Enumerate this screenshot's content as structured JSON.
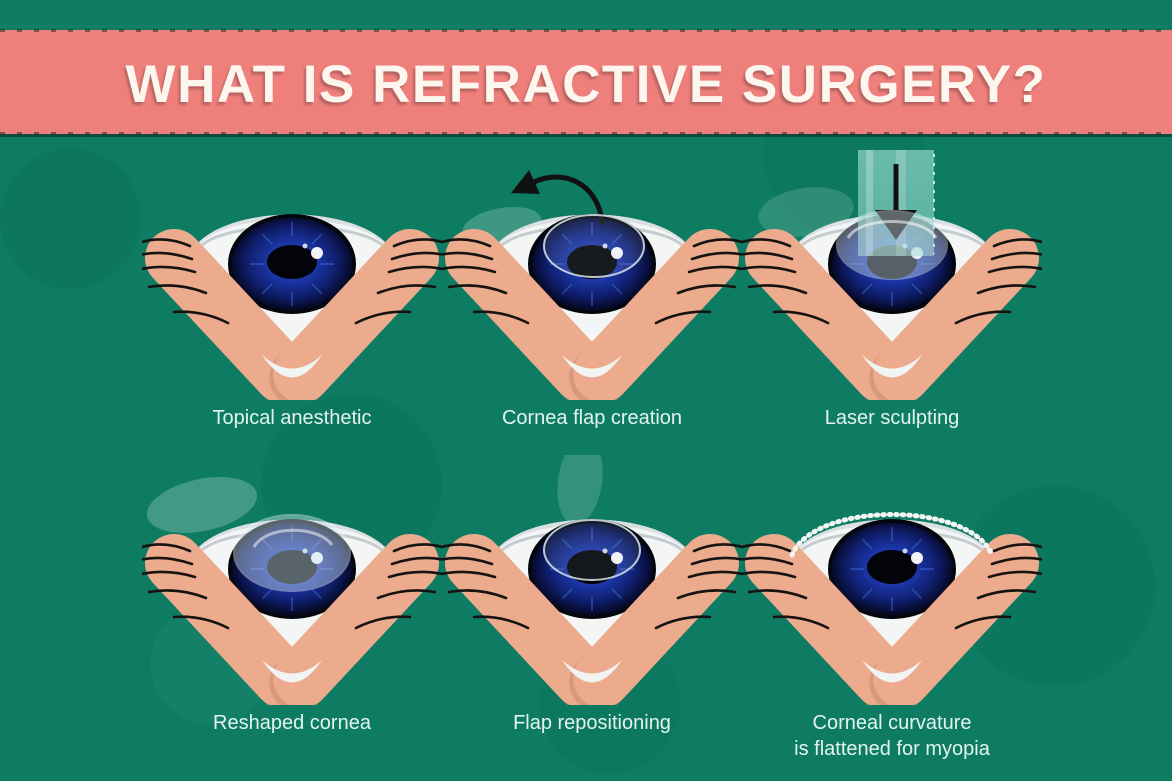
{
  "poster": {
    "title": "WHAT IS REFRACTIVE SURGERY?"
  },
  "theme": {
    "background_green": "#0D7C63",
    "banner_pink": "#EE7F7B",
    "title_color": "#FDF6EE",
    "caption_color": "#E3F4EE",
    "skin_color": "#ECAB8C",
    "iris_blue": "#1B36A8",
    "arrow_black": "#111111",
    "laser_beam_teal": "#6EBEAF"
  },
  "steps": [
    {
      "caption": "Topical anesthetic",
      "illustration": "eye-held-open"
    },
    {
      "caption": "Cornea flap creation",
      "illustration": "eye-flap-lifted-with-arrow"
    },
    {
      "caption": "Laser sculpting",
      "illustration": "eye-under-laser-beam"
    },
    {
      "caption": "Reshaped cornea",
      "illustration": "eye-with-reshaped-cornea-lens"
    },
    {
      "caption": "Flap repositioning",
      "illustration": "eye-flap-being-replaced"
    },
    {
      "caption": "Corneal curvature\nis flattened for myopia",
      "illustration": "eye-healed-flattened-cornea"
    }
  ]
}
